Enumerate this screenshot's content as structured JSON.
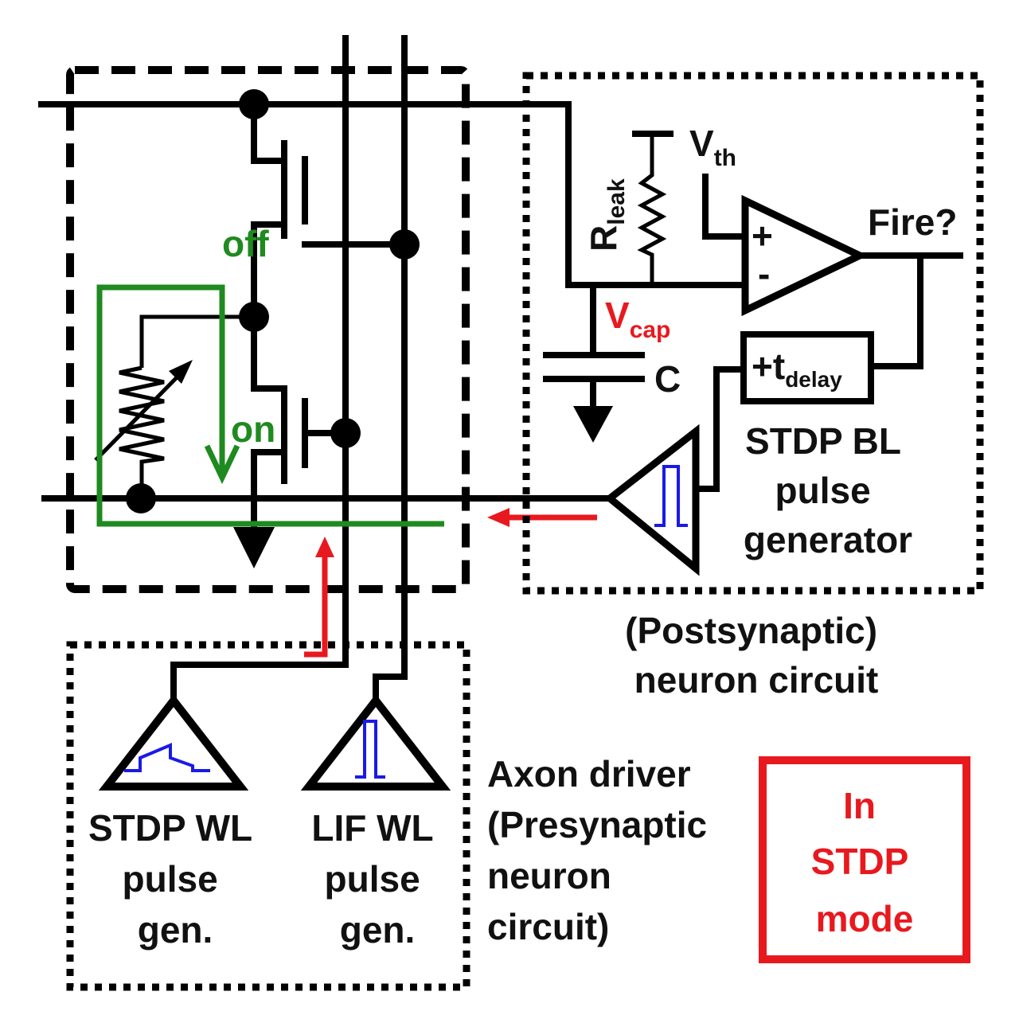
{
  "colors": {
    "wire": "#000000",
    "current_path": "#1f8a1f",
    "signal_arrow": "#e8191e",
    "pulse": "#1a1ae6",
    "mode_box": "#e8191e"
  },
  "synapse": {
    "transistor_off_label": "off",
    "transistor_on_label": "on"
  },
  "neuron": {
    "r_leak_label": "R",
    "r_leak_sub": "leak",
    "v_th_label": "V",
    "v_th_sub": "th",
    "v_cap_label": "V",
    "v_cap_sub": "cap",
    "capacitor_label": "C",
    "fire_label": "Fire?",
    "plus_sign": "+",
    "minus_sign": "-",
    "delay_label": "+t",
    "delay_sub": "delay",
    "bl_pulse_lines": [
      "STDP BL",
      "pulse",
      "generator"
    ],
    "caption_lines": [
      "(Postsynaptic)",
      "neuron circuit"
    ]
  },
  "axon_driver": {
    "stdp_wl_lines": [
      "STDP WL",
      "pulse",
      "gen."
    ],
    "lif_wl_lines": [
      "LIF WL",
      "pulse",
      "gen."
    ],
    "caption_lines": [
      "Axon driver",
      "(Presynaptic",
      "neuron",
      "circuit)"
    ]
  },
  "mode_badge": {
    "lines": [
      "In",
      "STDP",
      "mode"
    ]
  }
}
